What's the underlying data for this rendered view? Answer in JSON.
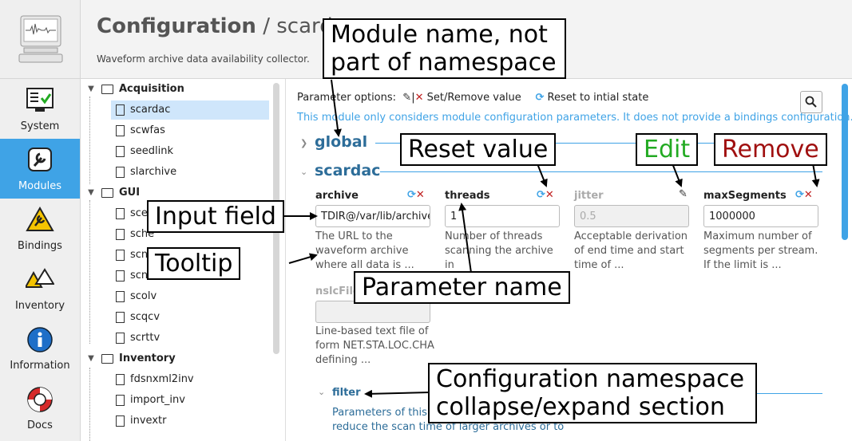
{
  "nav": {
    "items": [
      {
        "label": "System",
        "icon": "terminal-icon"
      },
      {
        "label": "Modules",
        "icon": "plugin-icon",
        "active": true
      },
      {
        "label": "Bindings",
        "icon": "bindings-icon"
      },
      {
        "label": "Inventory",
        "icon": "inventory-icon"
      },
      {
        "label": "Information",
        "icon": "info-icon"
      },
      {
        "label": "Docs",
        "icon": "lifebuoy-icon"
      }
    ]
  },
  "header": {
    "title": "Configuration",
    "separator": " / ",
    "module": "scardac",
    "subtitle": "Waveform archive data availability collector."
  },
  "tree": {
    "groups": [
      {
        "label": "Acquisition",
        "items": [
          "scardac",
          "scwfas",
          "seedlink",
          "slarchive"
        ]
      },
      {
        "label": "GUI",
        "items": [
          "sce",
          "sche",
          "scn",
          "scn",
          "scolv",
          "scqcv",
          "scrttv"
        ]
      },
      {
        "label": "Inventory",
        "items": [
          "fdsnxml2inv",
          "import_inv",
          "invextr"
        ]
      }
    ],
    "selected": "scardac"
  },
  "main": {
    "param_options_label": "Parameter options:",
    "set_remove_label": "Set/Remove value",
    "reset_label": "Reset to intial state",
    "bindings_note": "This module only considers module configuration parameters. It does not provide a bindings configuration.",
    "sections": {
      "global": "global",
      "scardac": "scardac",
      "filter": "filter"
    },
    "params": [
      {
        "name": "archive",
        "value": "TDIR@/var/lib/archive",
        "desc": [
          "The URL to the",
          "waveform archive",
          "where all data is ..."
        ],
        "enabled": true
      },
      {
        "name": "threads",
        "value": "1",
        "desc": [
          "Number of threads",
          "scanning the archive in"
        ],
        "enabled": true
      },
      {
        "name": "jitter",
        "value": "0.5",
        "desc": [
          "Acceptable derivation",
          "of end time and start",
          "time of ..."
        ],
        "enabled": false
      },
      {
        "name": "maxSegments",
        "value": "1000000",
        "desc": [
          "Maximum number of",
          "segments per stream.",
          "If the limit is ..."
        ],
        "enabled": true
      },
      {
        "name": "nslcFile",
        "value": "",
        "desc": [
          "Line-based text file of",
          "form NET.STA.LOC.CHA",
          "defining ..."
        ],
        "enabled": false
      }
    ],
    "filter_desc": [
      "Parameters of this s",
      "reduce the scan time of larger archives or to"
    ]
  },
  "callouts": {
    "module_name": [
      "Module name, not",
      "part of namespace"
    ],
    "reset_value": "Reset value",
    "edit": "Edit",
    "remove": "Remove",
    "input_field": "Input field",
    "tooltip": "Tooltip",
    "parameter_name": "Parameter name",
    "namespace": [
      "Configuration namespace",
      "collapse/expand section"
    ]
  },
  "colors": {
    "accent": "#3fa3e6",
    "edit": "#22aa22",
    "remove": "#a01010",
    "section": "#2d6d99"
  }
}
